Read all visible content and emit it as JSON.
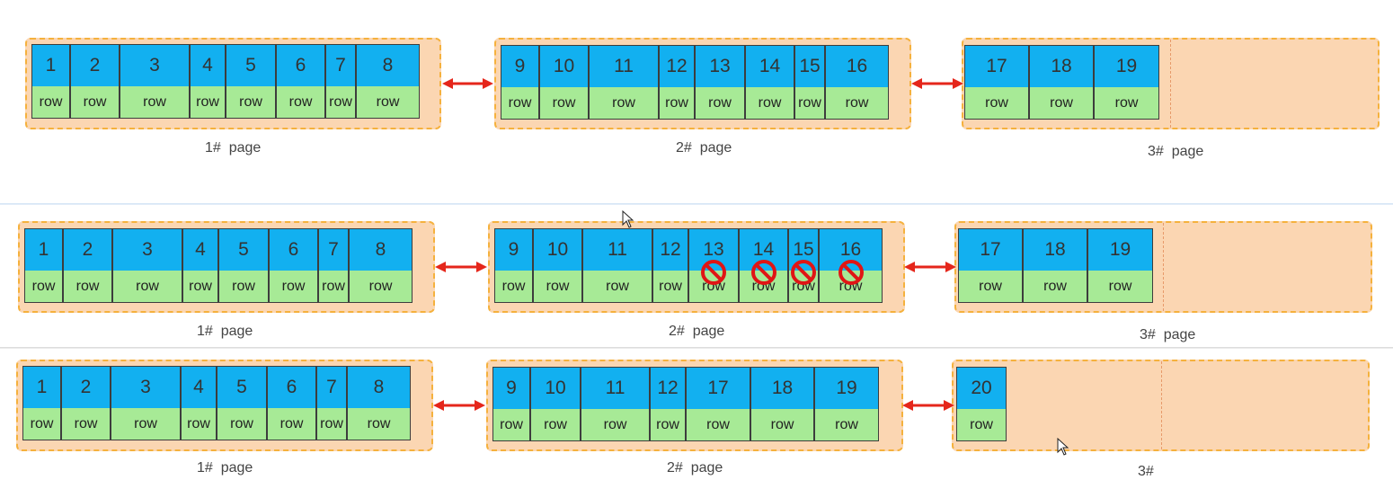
{
  "key_color": "#12b0f0",
  "row_color": "#a7ea96",
  "page_fill": "#fbd6b2",
  "page_border": "#f5b13d",
  "arrow_color": "#e5261b",
  "blocked_icon": "no-entry-icon",
  "row_label": "row",
  "scenarios": [
    {
      "name": "before-delete",
      "pages": [
        {
          "label": "1#  page",
          "keys": [
            "1",
            "2",
            "3",
            "4",
            "5",
            "6",
            "7",
            "8"
          ]
        },
        {
          "label": "2#  page",
          "keys": [
            "9",
            "10",
            "11",
            "12",
            "13",
            "14",
            "15",
            "16"
          ]
        },
        {
          "label": "3#  page",
          "keys": [
            "17",
            "18",
            "19"
          ]
        }
      ]
    },
    {
      "name": "after-delete-marked",
      "pages": [
        {
          "label": "1#  page",
          "keys": [
            "1",
            "2",
            "3",
            "4",
            "5",
            "6",
            "7",
            "8"
          ]
        },
        {
          "label": "2#  page",
          "keys": [
            "9",
            "10",
            "11",
            "12",
            "13",
            "14",
            "15",
            "16"
          ],
          "deleted": [
            "13",
            "14",
            "15",
            "16"
          ]
        },
        {
          "label": "3#  page",
          "keys": [
            "17",
            "18",
            "19"
          ]
        }
      ]
    },
    {
      "name": "after-merge",
      "pages": [
        {
          "label": "1#  page",
          "keys": [
            "1",
            "2",
            "3",
            "4",
            "5",
            "6",
            "7",
            "8"
          ]
        },
        {
          "label": "2#  page",
          "keys": [
            "9",
            "10",
            "11",
            "12",
            "17",
            "18",
            "19"
          ]
        },
        {
          "label": "3#",
          "keys": [
            "20"
          ]
        }
      ]
    }
  ]
}
